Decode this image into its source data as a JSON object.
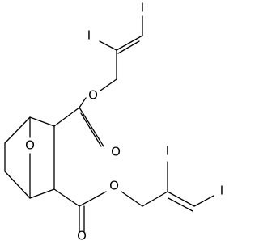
{
  "atoms": {
    "iodine_top_1": "I",
    "iodine_top_2": "I",
    "oxygen_ester_top": "O",
    "oxygen_carbonyl_top": "O",
    "oxygen_bridge": "O",
    "oxygen_ester_bottom": "O",
    "oxygen_carbonyl_bottom": "O",
    "iodine_bottom_1": "I",
    "iodine_bottom_2": "I"
  }
}
